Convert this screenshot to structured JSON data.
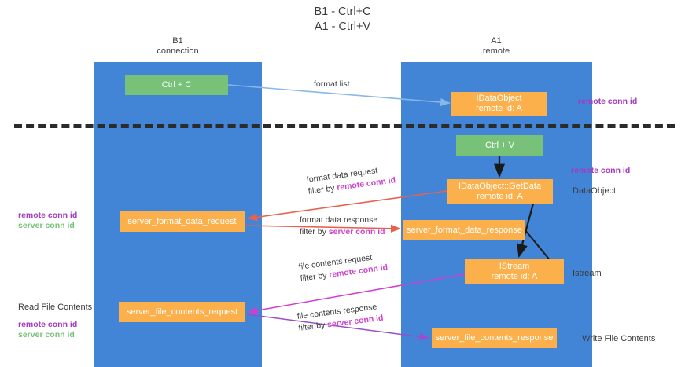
{
  "title": "B1 - Ctrl+C\nA1 - Ctrl+V",
  "title_line1": "B1 - Ctrl+C",
  "title_line2": "A1 - Ctrl+V",
  "lanes": [
    {
      "id": "b1",
      "title": "B1",
      "subtitle": "connection",
      "color": "#4285d6"
    },
    {
      "id": "a1",
      "title": "A1",
      "subtitle": "remote",
      "color": "#4285d6"
    }
  ],
  "colors": {
    "lane": "#4285d6",
    "green_node": "#77c278",
    "orange_node": "#fbb04c",
    "separator": "#2b2b2b",
    "purple_text": "#a33bbf",
    "magenta_text": "#cc44cc",
    "green_text": "#77c278",
    "arrow_blue": "#8ab6e8",
    "arrow_red": "#e8614d",
    "arrow_magenta": "#d13fd1",
    "arrow_violet": "#9b4dca",
    "arrow_black": "#1a1a1a",
    "page_background": "#ffffff"
  },
  "nodes": {
    "ctrl_c": {
      "label": "Ctrl + C",
      "style": "green"
    },
    "idataobject": {
      "line1": "IDataObject",
      "line2": "remote id: A",
      "style": "orange"
    },
    "ctrl_v": {
      "label": "Ctrl + V",
      "style": "green"
    },
    "getdata": {
      "line1": "IDataObject::GetData",
      "line2": "remote id: A",
      "style": "orange"
    },
    "server_format_data_request": {
      "label": "server_format_data_request",
      "style": "orange"
    },
    "server_format_data_response": {
      "label": "server_format_data_response",
      "style": "orange"
    },
    "istream": {
      "line1": "IStream",
      "line2": "remote id: A",
      "style": "orange"
    },
    "server_file_contents_request": {
      "label": "server_file_contents_request",
      "style": "orange"
    },
    "server_file_contents_response": {
      "label": "server_file_contents_response",
      "style": "orange"
    }
  },
  "side_labels": {
    "dataobject": "DataObject",
    "istream": "Istream",
    "write_file_contents": "Write File Contents"
  },
  "purple_notes": {
    "remote_conn_id_top": "remote conn id",
    "remote_conn_id_mid": "remote conn id"
  },
  "legends": {
    "middle": {
      "remote": "remote conn id",
      "server": "server conn id"
    },
    "bottom": {
      "heading": "Read File Contents",
      "remote": "remote conn id",
      "server": "server conn id"
    }
  },
  "edges": [
    {
      "name": "format-list",
      "line1": "format list",
      "line2": "",
      "filter_prefix": "",
      "filter_key": "",
      "color": "#8ab6e8"
    },
    {
      "name": "format-data-request",
      "line1": "format data request",
      "filter_prefix": "filter by ",
      "filter_key": "remote conn id",
      "color": "#e8614d"
    },
    {
      "name": "format-data-response",
      "line1": "format data response",
      "filter_prefix": "filter by ",
      "filter_key": "server conn id",
      "color": "#e8614d"
    },
    {
      "name": "file-contents-request",
      "line1": "file contents request",
      "filter_prefix": "filter by ",
      "filter_key": "remote conn id",
      "color": "#d13fd1"
    },
    {
      "name": "file-contents-response",
      "line1": "file contents response",
      "filter_prefix": "filter by ",
      "filter_key": "server conn id",
      "color": "#9b4dca"
    }
  ]
}
